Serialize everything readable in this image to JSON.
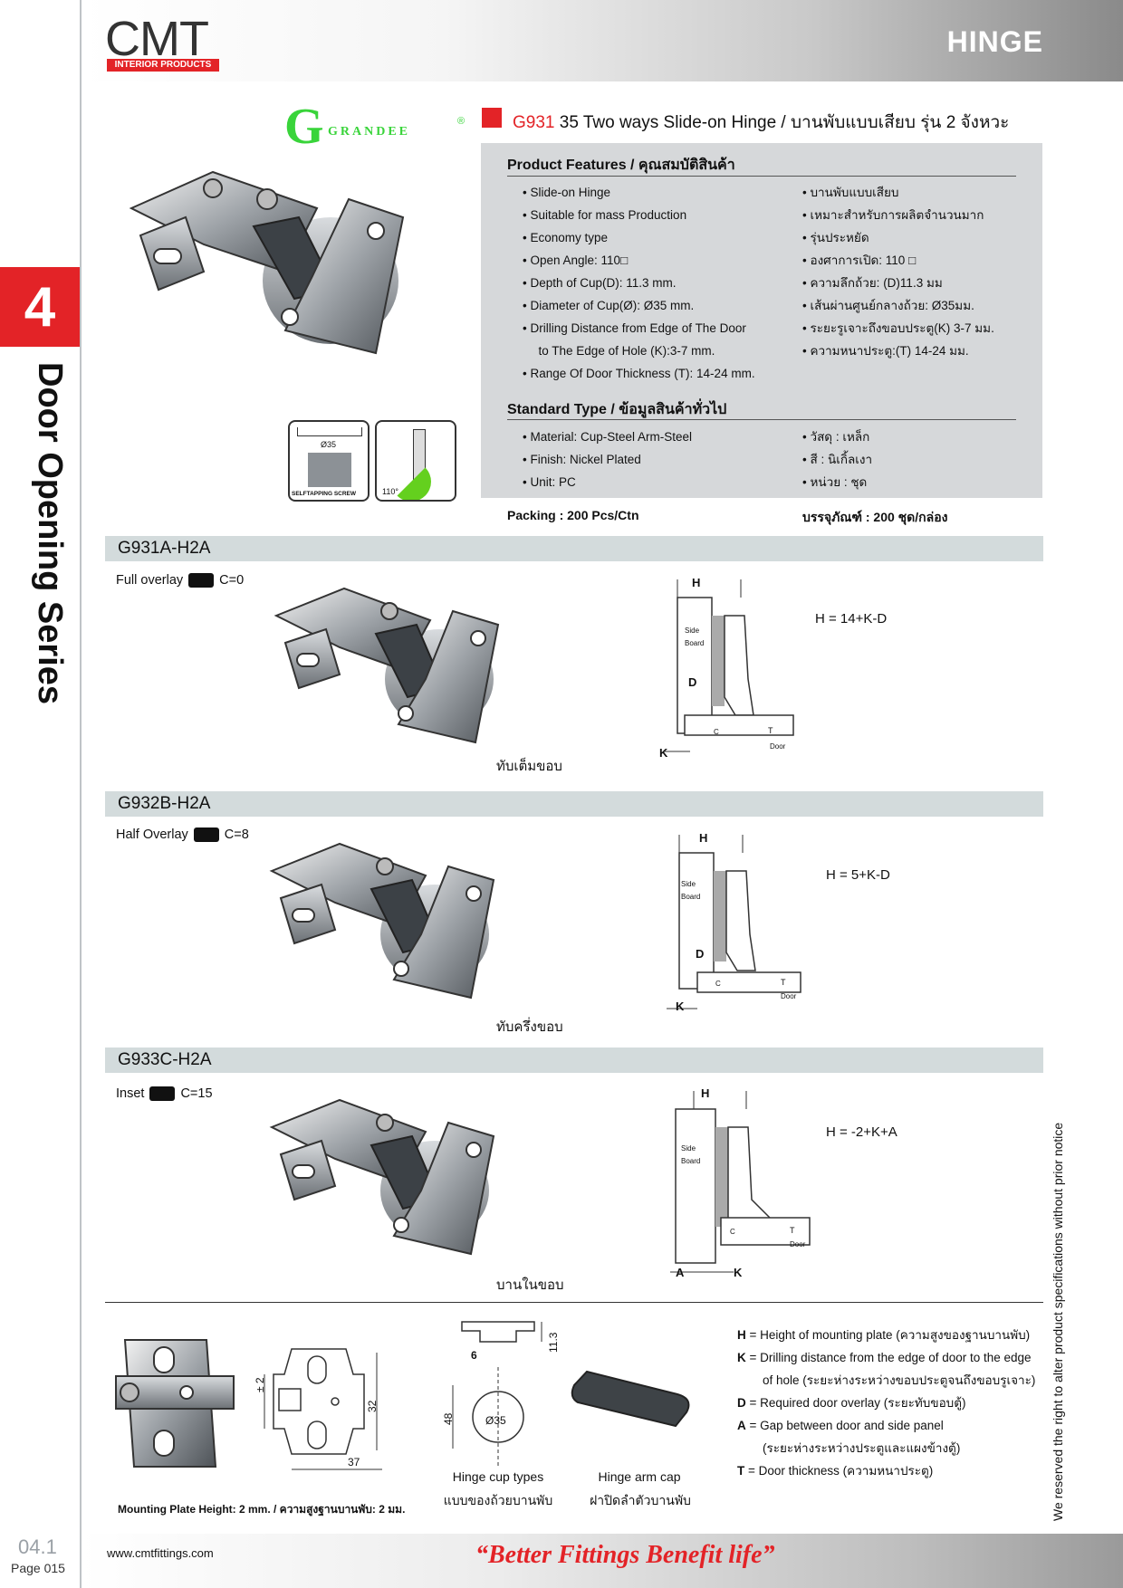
{
  "brand": {
    "logo": "CMT",
    "logo_sub": "INTERIOR PRODUCTS",
    "sub_brand_initial": "G",
    "sub_brand": "GRANDEE",
    "registered": "®"
  },
  "header": {
    "category": "HINGE"
  },
  "sidebar": {
    "chapter": "4",
    "series": "Door Opening Series",
    "page_code": "04.1",
    "page_label": "Page 015"
  },
  "product": {
    "code": "G931",
    "title_rest": " 35 Two ways Slide-on Hinge / บานพับแบบเสียบ รุ่น 2 จังหวะ",
    "features_heading": "Product Features / คุณสมบัติสินค้า",
    "features_en": [
      "Slide-on Hinge",
      "Suitable for mass Production",
      "Economy type",
      "Open Angle:    110□",
      "Depth of Cup(D): 11.3 mm.",
      "Diameter of Cup(Ø): Ø35 mm.",
      "Drilling Distance from Edge of The Door",
      "to The Edge of Hole (K):3-7 mm.",
      "Range Of Door Thickness (T): 14-24 mm."
    ],
    "features_th": [
      "บานพับแบบเสียบ",
      "เหมาะสำหรับการผลิตจำนวนมาก",
      "รุ่นประหยัด",
      "องศาการเปิด: 110 □",
      "ความลึกถ้วย: (D)11.3 มม",
      "เส้นผ่านศูนย์กลางถ้วย: Ø35มม.",
      "ระยะรูเจาะถึงขอบประตู(K) 3-7 มม.",
      "ความหนาประตู:(T) 14-24 มม."
    ],
    "standard_heading": "Standard Type / ข้อมูลสินค้าทั่วไป",
    "standard_en": [
      "Material: Cup-Steel Arm-Steel",
      "Finish:  Nickel Plated",
      "Unit:  PC"
    ],
    "standard_th": [
      "วัสดุ : เหล็ก",
      "สี : นิเกิ้ลเงา",
      "หน่วย : ชุด"
    ],
    "packing_en": "Packing : 200 Pcs/Ctn",
    "packing_th": "บรรจุภัณฑ์ : 200 ชุด/กล่อง",
    "icon_labels": {
      "cup": "Ø35",
      "screw": "SELFTAPPING SCREW",
      "angle": "110°"
    }
  },
  "variants": [
    {
      "code": "G931A-H2A",
      "overlay": "Full overlay",
      "c": "C=0",
      "thai": "ทับเต็มขอบ",
      "formula": "H = 14+K-D",
      "labels": [
        "H",
        "D",
        "K"
      ]
    },
    {
      "code": "G932B-H2A",
      "overlay": "Half Overlay",
      "c": "C=8",
      "thai": "ทับครึ่งขอบ",
      "formula": "H = 5+K-D",
      "labels": [
        "H",
        "D",
        "K"
      ]
    },
    {
      "code": "G933C-H2A",
      "overlay": "Inset",
      "c": "C=15",
      "thai": "บานในขอบ",
      "formula": "H = -2+K+A",
      "labels": [
        "H",
        "A",
        "K"
      ]
    }
  ],
  "diagram_text": {
    "side": "Side",
    "board": "Board",
    "door": "Door",
    "c": "C",
    "t": "T"
  },
  "mounting": {
    "caption": "Mounting Plate Height: 2 mm. / ความสูงฐานบานพับ: 2 มม.",
    "dims": {
      "pm2": "± 2",
      "d32": "32",
      "d37": "37",
      "d113": "11.3",
      "d6": "6",
      "d48": "48",
      "d35": "Ø35"
    },
    "cup_en": "Hinge cup types",
    "cup_th": "แบบของถ้วยบานพับ",
    "cap_en": "Hinge arm cap",
    "cap_th": "ฝาปิดลำตัวบานพับ"
  },
  "legend": [
    {
      "key": "H",
      "text": " = Height of mounting plate (ความสูงของฐานบานพับ)"
    },
    {
      "key": "K",
      "text": " = Drilling distance from the edge of door to the edge"
    },
    {
      "key": "",
      "text": "of hole (ระยะห่างระหว่างขอบประตูจนถึงขอบรูเจาะ)"
    },
    {
      "key": "D",
      "text": " = Required door overlay (ระยะทับขอบตู้)"
    },
    {
      "key": "A",
      "text": " = Gap between door and side panel"
    },
    {
      "key": "",
      "text": "(ระยะห่างระหว่างประตูและแผงข้างตู้)"
    },
    {
      "key": "T",
      "text": " = Door thickness (ความหนาประตู)"
    }
  ],
  "notice": "We reserved the right to alter product specifications without prior notice",
  "footer": {
    "url": "www.cmtfittings.com",
    "slogan": "“Better Fittings Benefit life”"
  }
}
